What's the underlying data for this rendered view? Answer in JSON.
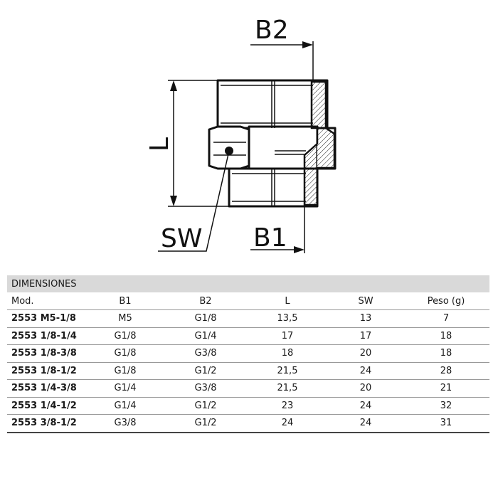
{
  "drawing": {
    "labels": {
      "b2": "B2",
      "l": "L",
      "sw": "SW",
      "b1": "B1"
    }
  },
  "table": {
    "section_title": "DIMENSIONES",
    "columns": [
      "Mod.",
      "B1",
      "B2",
      "L",
      "SW",
      "Peso (g)"
    ],
    "rows": [
      [
        "2553 M5-1/8",
        "M5",
        "G1/8",
        "13,5",
        "13",
        "7"
      ],
      [
        "2553 1/8-1/4",
        "G1/8",
        "G1/4",
        "17",
        "17",
        "18"
      ],
      [
        "2553 1/8-3/8",
        "G1/8",
        "G3/8",
        "18",
        "20",
        "18"
      ],
      [
        "2553 1/8-1/2",
        "G1/8",
        "G1/2",
        "21,5",
        "24",
        "28"
      ],
      [
        "2553 1/4-3/8",
        "G1/4",
        "G3/8",
        "21,5",
        "20",
        "21"
      ],
      [
        "2553 1/4-1/2",
        "G1/4",
        "G1/2",
        "23",
        "24",
        "32"
      ],
      [
        "2553 3/8-1/2",
        "G3/8",
        "G1/2",
        "24",
        "24",
        "31"
      ]
    ]
  }
}
